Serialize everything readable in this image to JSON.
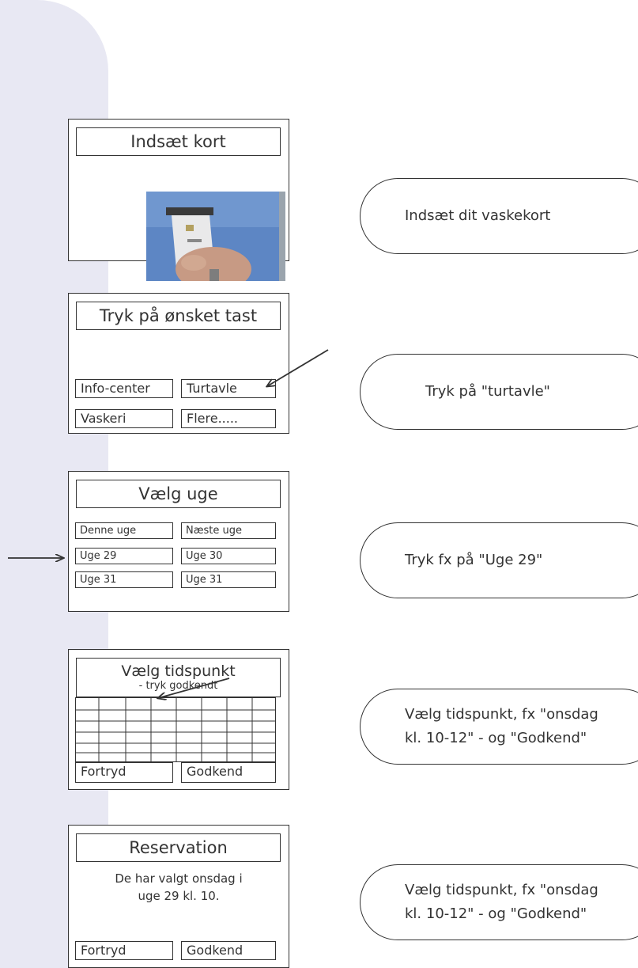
{
  "steps": [
    {
      "screen_title": "Indsæt kort",
      "instruction": "Indsæt dit vaskekort"
    },
    {
      "screen_title": "Tryk på ønsket tast",
      "buttons": [
        "Info-center",
        "Turtavle",
        "Vaskeri",
        "Flere....."
      ],
      "instruction": "Tryk på \"turtavle\""
    },
    {
      "screen_title": "Vælg uge",
      "buttons": [
        "Denne uge",
        "Næste uge",
        "Uge 29",
        "Uge 30",
        "Uge 31",
        "Uge 31"
      ],
      "instruction": "Tryk fx på \"Uge 29\""
    },
    {
      "screen_title": "Vælg tidspunkt",
      "screen_subtitle": "- tryk godkendt",
      "buttons": [
        "Fortryd",
        "Godkend"
      ],
      "instruction_line1": "Vælg tidspunkt, fx \"onsdag",
      "instruction_line2": "kl. 10-12\" - og \"Godkend\""
    },
    {
      "screen_title": "Reservation",
      "message_line1": "De har valgt onsdag i",
      "message_line2": "uge 29 kl. 10.",
      "buttons": [
        "Fortryd",
        "Godkend"
      ],
      "instruction_line1": "Vælg tidspunkt, fx \"onsdag",
      "instruction_line2": "kl. 10-12\" - og \"Godkend\""
    }
  ],
  "colors": {
    "band": "#e8e8f3",
    "line": "#333333"
  }
}
